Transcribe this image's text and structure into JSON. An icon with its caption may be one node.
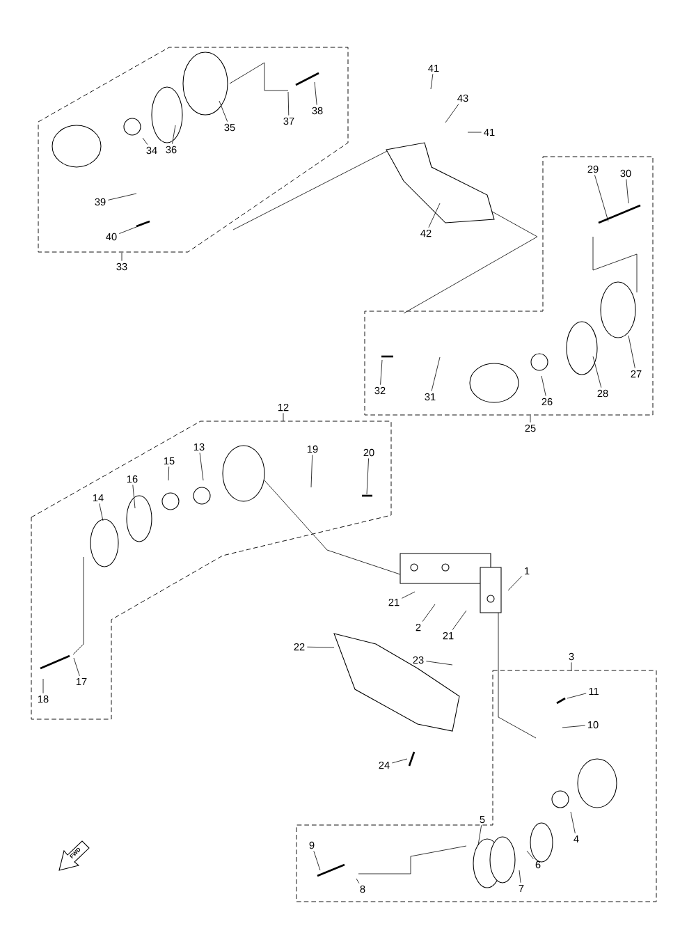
{
  "diagram": {
    "nodes": [
      {
        "text": [
          "41"
        ]
      },
      {
        "text": [
          "43"
        ]
      },
      {
        "text": [
          "41"
        ]
      },
      {
        "text": [
          "42"
        ]
      },
      {
        "text": [
          "35"
        ]
      },
      {
        "text": [
          "36"
        ]
      },
      {
        "text": [
          "34"
        ]
      },
      {
        "text": [
          "37"
        ]
      },
      {
        "text": [
          "38"
        ]
      },
      {
        "text": [
          "39"
        ]
      },
      {
        "text": [
          "40"
        ]
      },
      {
        "text": [
          "33"
        ]
      },
      {
        "text": [
          "29"
        ]
      },
      {
        "text": [
          "30"
        ]
      },
      {
        "text": [
          "27"
        ]
      },
      {
        "text": [
          "28"
        ]
      },
      {
        "text": [
          "26"
        ]
      },
      {
        "text": [
          "31"
        ]
      },
      {
        "text": [
          "32"
        ]
      },
      {
        "text": [
          "25"
        ]
      },
      {
        "text": [
          "12"
        ]
      },
      {
        "text": [
          "13"
        ]
      },
      {
        "text": [
          "15"
        ]
      },
      {
        "text": [
          "16"
        ]
      },
      {
        "text": [
          "14"
        ]
      },
      {
        "text": [
          "19"
        ]
      },
      {
        "text": [
          "20"
        ]
      },
      {
        "text": [
          "1"
        ]
      },
      {
        "text": [
          "21"
        ]
      },
      {
        "text": [
          "2"
        ]
      },
      {
        "text": [
          "21"
        ]
      },
      {
        "text": [
          "22"
        ]
      },
      {
        "text": [
          "23"
        ]
      },
      {
        "text": [
          "24"
        ]
      },
      {
        "text": [
          "3"
        ]
      },
      {
        "text": [
          "11"
        ]
      },
      {
        "text": [
          "10"
        ]
      },
      {
        "text": [
          "4"
        ]
      },
      {
        "text": [
          "5"
        ]
      },
      {
        "text": [
          "6"
        ]
      },
      {
        "text": [
          "7"
        ]
      },
      {
        "text": [
          "9"
        ]
      },
      {
        "text": [
          "8"
        ]
      },
      {
        "text": [
          "17"
        ]
      },
      {
        "text": [
          "18"
        ]
      }
    ],
    "edges": [
      {
        "from": 0,
        "to": null,
        "arrow": "none"
      },
      {
        "from": 1,
        "to": null,
        "arrow": "none"
      },
      {
        "from": 2,
        "to": null,
        "arrow": "none"
      },
      {
        "from": 3,
        "to": null,
        "arrow": "none"
      },
      {
        "from": 4,
        "to": null,
        "arrow": "none"
      },
      {
        "from": 5,
        "to": null,
        "arrow": "none"
      },
      {
        "from": 6,
        "to": null,
        "arrow": "none"
      },
      {
        "from": 7,
        "to": null,
        "arrow": "none"
      },
      {
        "from": 8,
        "to": null,
        "arrow": "none"
      },
      {
        "from": 9,
        "to": null,
        "arrow": "none"
      },
      {
        "from": 10,
        "to": null,
        "arrow": "none"
      },
      {
        "from": 11,
        "to": null,
        "arrow": "none"
      },
      {
        "from": 12,
        "to": null,
        "arrow": "none"
      },
      {
        "from": 13,
        "to": null,
        "arrow": "none"
      },
      {
        "from": 14,
        "to": null,
        "arrow": "none"
      },
      {
        "from": 15,
        "to": null,
        "arrow": "none"
      },
      {
        "from": 16,
        "to": null,
        "arrow": "none"
      },
      {
        "from": 17,
        "to": null,
        "arrow": "none"
      },
      {
        "from": 18,
        "to": null,
        "arrow": "none"
      },
      {
        "from": 19,
        "to": null,
        "arrow": "none"
      },
      {
        "from": 20,
        "to": null,
        "arrow": "none"
      },
      {
        "from": 21,
        "to": null,
        "arrow": "none"
      },
      {
        "from": 22,
        "to": null,
        "arrow": "none"
      },
      {
        "from": 23,
        "to": null,
        "arrow": "none"
      },
      {
        "from": 24,
        "to": null,
        "arrow": "none"
      },
      {
        "from": 25,
        "to": null,
        "arrow": "none"
      },
      {
        "from": 26,
        "to": null,
        "arrow": "none"
      },
      {
        "from": 27,
        "to": null,
        "arrow": "none"
      },
      {
        "from": 28,
        "to": null,
        "arrow": "none"
      },
      {
        "from": 29,
        "to": null,
        "arrow": "none"
      },
      {
        "from": 30,
        "to": null,
        "arrow": "none"
      },
      {
        "from": 31,
        "to": null,
        "arrow": "none"
      },
      {
        "from": 32,
        "to": null,
        "arrow": "none"
      },
      {
        "from": 33,
        "to": null,
        "arrow": "none"
      },
      {
        "from": 34,
        "to": null,
        "arrow": "none"
      },
      {
        "from": 35,
        "to": null,
        "arrow": "none"
      },
      {
        "from": 36,
        "to": null,
        "arrow": "none"
      },
      {
        "from": 37,
        "to": null,
        "arrow": "none"
      },
      {
        "from": 38,
        "to": null,
        "arrow": "none"
      },
      {
        "from": 39,
        "to": null,
        "arrow": "none"
      },
      {
        "from": 40,
        "to": null,
        "arrow": "none"
      },
      {
        "from": 41,
        "to": null,
        "arrow": "none"
      },
      {
        "from": 42,
        "to": null,
        "arrow": "none"
      },
      {
        "from": 43,
        "to": null,
        "arrow": "none"
      },
      {
        "from": 44,
        "to": null,
        "arrow": "none"
      }
    ],
    "labels": [
      "FWD"
    ]
  }
}
